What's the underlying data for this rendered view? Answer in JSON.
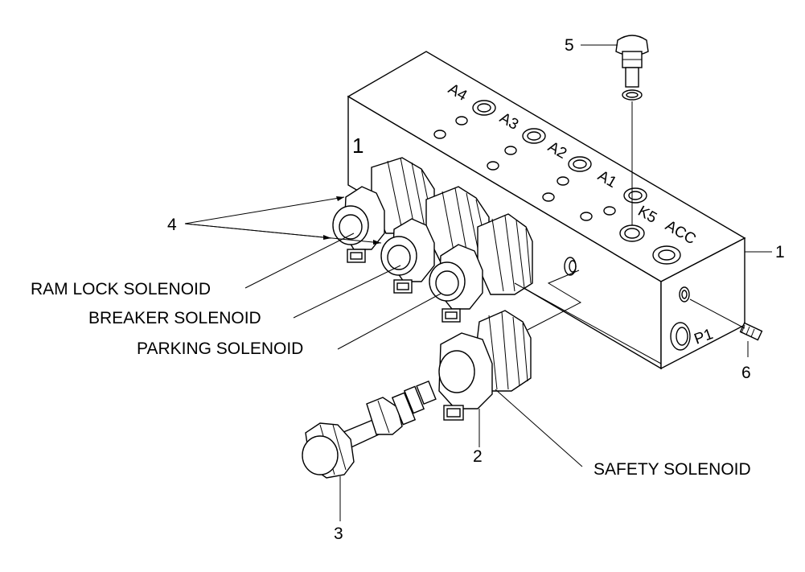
{
  "callouts": {
    "n1": "1",
    "n2": "2",
    "n3": "3",
    "n4": "4",
    "n5": "5",
    "n6": "6"
  },
  "labels": {
    "ram_lock": "RAM LOCK SOLENOID",
    "breaker": "BREAKER SOLENOID",
    "parking": "PARKING SOLENOID",
    "safety": "SAFETY SOLENOID"
  },
  "ports": {
    "a4": "A4",
    "a3": "A3",
    "a2": "A2",
    "a1": "A1",
    "k5": "K5",
    "acc": "ACC",
    "p1": "P1",
    "block_mark": "1"
  }
}
